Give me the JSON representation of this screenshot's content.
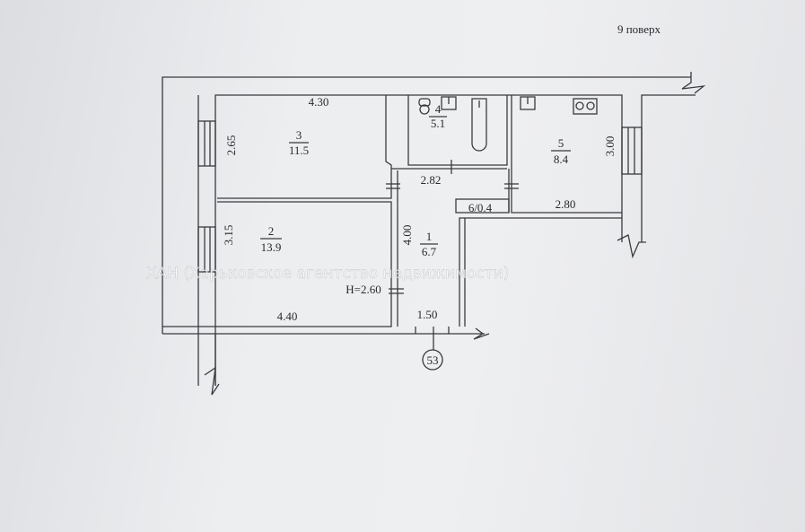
{
  "floor_label": "9 поверх",
  "rooms": [
    {
      "number": "1",
      "area": "6.7"
    },
    {
      "number": "2",
      "area": "13.9"
    },
    {
      "number": "3",
      "area": "11.5"
    },
    {
      "number": "4",
      "area": "5.1"
    },
    {
      "number": "5",
      "area": "8.4"
    }
  ],
  "closet_label": "6/0.4",
  "dimensions": {
    "room3_width": "4.30",
    "room3_depth": "2.65",
    "room2_width": "4.40",
    "room2_depth": "3.15",
    "corridor_width": "2.82",
    "corridor_length": "4.00",
    "corridor_bottom": "1.50",
    "kitchen_width": "2.80",
    "kitchen_depth": "3.00"
  },
  "ceiling_height": "H=2.60",
  "apartment_number": "53",
  "watermark": "ХАН (Харьковское агентство недвижимости)"
}
